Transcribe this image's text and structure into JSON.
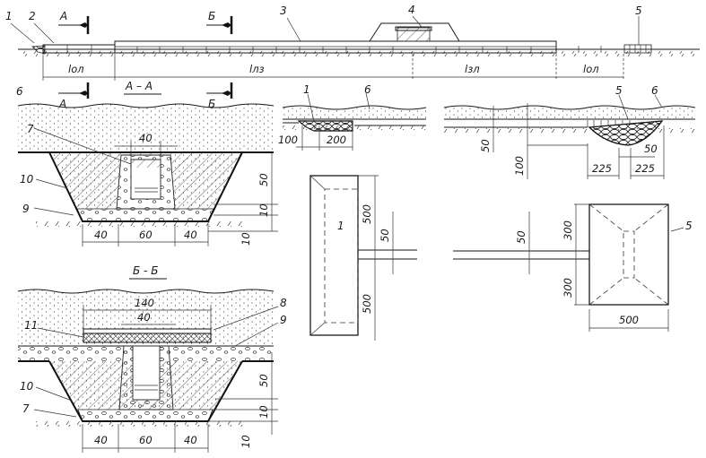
{
  "colors": {
    "ink": "#1a1a1a",
    "paper": "#ffffff"
  },
  "profile": {
    "labels": {
      "n1": "1",
      "n2": "2",
      "n3": "3",
      "n4": "4",
      "n5": "5"
    },
    "section_marks": {
      "a": "А",
      "b": "Б"
    },
    "lengths": {
      "l_ol_1": "lол",
      "l_lz": "lлз",
      "l_zl": "lзл",
      "l_ol_2": "lол"
    }
  },
  "row2_marks": {
    "n6": "6",
    "a": "А",
    "b": "Б",
    "n1": "1",
    "n6b": "6",
    "n5": "5",
    "n6c": "6"
  },
  "section_aa": {
    "title": "А – А",
    "labels": {
      "n7": "7",
      "n10": "10",
      "n9": "9"
    },
    "dims": {
      "top": "40",
      "h1": "50",
      "h2": "10",
      "h3": "10",
      "b1": "40",
      "b2": "60",
      "b3": "40"
    }
  },
  "detail_1": {
    "dims": {
      "d1": "100",
      "d2": "200"
    }
  },
  "detail_5": {
    "dims": {
      "v1": "50",
      "v2": "100",
      "w": "50",
      "b1": "225",
      "b2": "225"
    }
  },
  "plan_1": {
    "label": "1",
    "dims": {
      "top": "500",
      "pipe": "50",
      "bottom": "500"
    }
  },
  "plan_5": {
    "label": "5",
    "dims": {
      "pipe": "50",
      "top": "300",
      "bottom": "300",
      "width": "500"
    }
  },
  "section_bb": {
    "title": "Б - Б",
    "labels": {
      "n8": "8",
      "n9": "9",
      "n11": "11",
      "n10": "10",
      "n7": "7"
    },
    "dims": {
      "w140": "140",
      "w40": "40",
      "h1": "50",
      "h2": "10",
      "h3": "10",
      "b1": "40",
      "b2": "60",
      "b3": "40"
    }
  }
}
